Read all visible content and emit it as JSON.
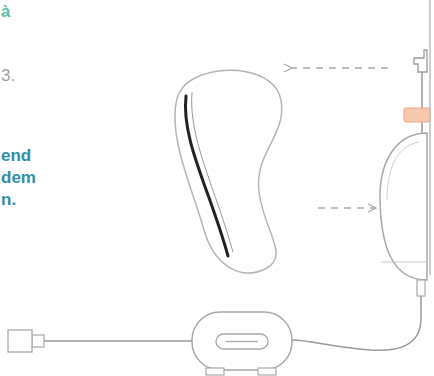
{
  "diagram": {
    "labels": [
      "à",
      "3.",
      "end",
      "dem",
      "n."
    ]
  }
}
